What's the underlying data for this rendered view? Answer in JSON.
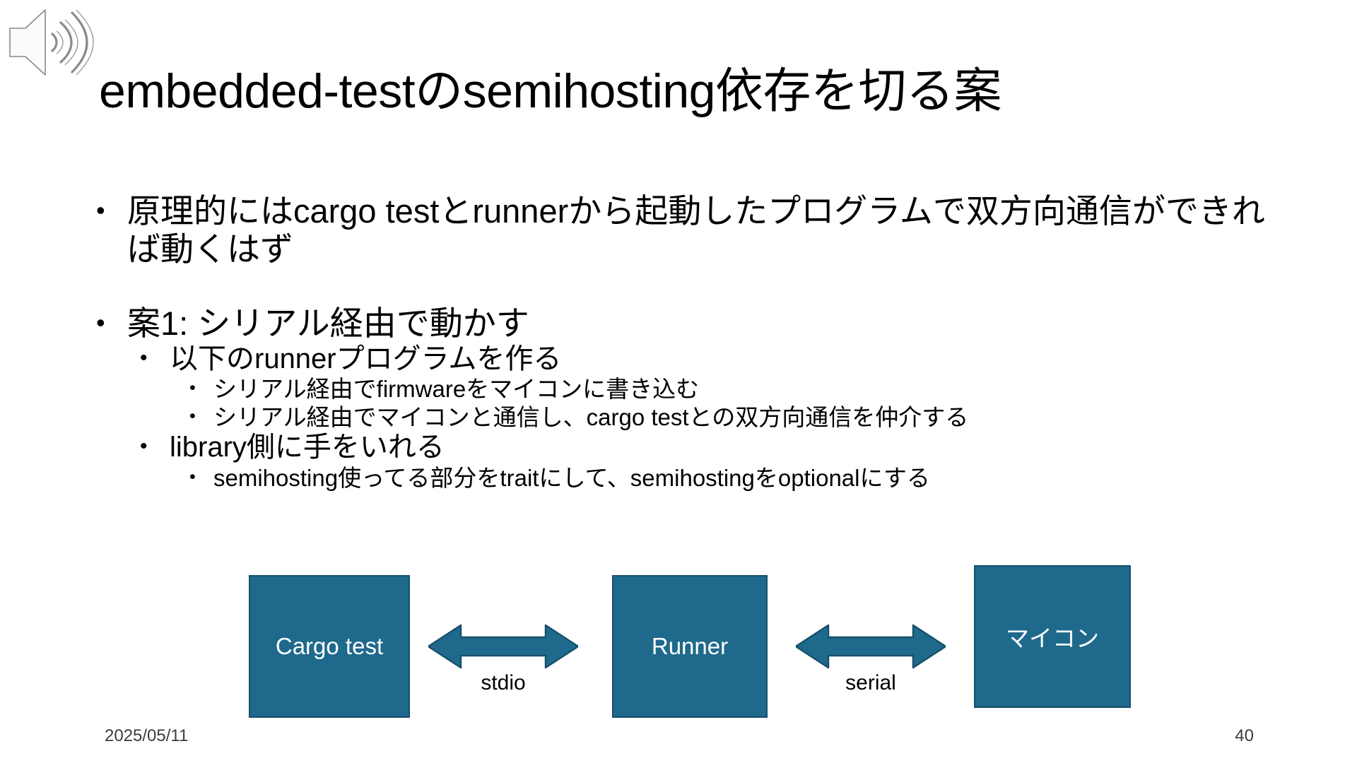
{
  "slide": {
    "title": "embedded-testのsemihosting依存を切る案",
    "audio_icon": "speaker-audio-icon",
    "bullet_glyph": "•"
  },
  "body": {
    "items": [
      {
        "level": 1,
        "text": "原理的にはcargo testとrunnerから起動したプログラムで双方向通信ができれば動くはず"
      },
      {
        "level": 1,
        "text": "案1: シリアル経由で動かす"
      },
      {
        "level": 2,
        "text": "以下のrunnerプログラムを作る"
      },
      {
        "level": 3,
        "text": "シリアル経由でfirmwareをマイコンに書き込む"
      },
      {
        "level": 3,
        "text": "シリアル経由でマイコンと通信し、cargo testとの双方向通信を仲介する"
      },
      {
        "level": 2,
        "text": "library側に手をいれる"
      },
      {
        "level": 3,
        "text": "semihosting使ってる部分をtraitにして、semihostingをoptionalにする"
      }
    ]
  },
  "diagram": {
    "boxes": [
      {
        "id": "cargo-test",
        "label": "Cargo test"
      },
      {
        "id": "runner",
        "label": "Runner"
      },
      {
        "id": "mcu",
        "label": "マイコン"
      }
    ],
    "connectors": [
      {
        "id": "stdio",
        "label": "stdio"
      },
      {
        "id": "serial",
        "label": "serial"
      }
    ],
    "box_fill": "#1F6A8C",
    "box_stroke": "#17506B",
    "box_text": "#FFFFFF",
    "arrow_fill": "#1F6A8C",
    "arrow_stroke": "#17506B"
  },
  "footer": {
    "date": "2025/05/11",
    "page": "40"
  }
}
